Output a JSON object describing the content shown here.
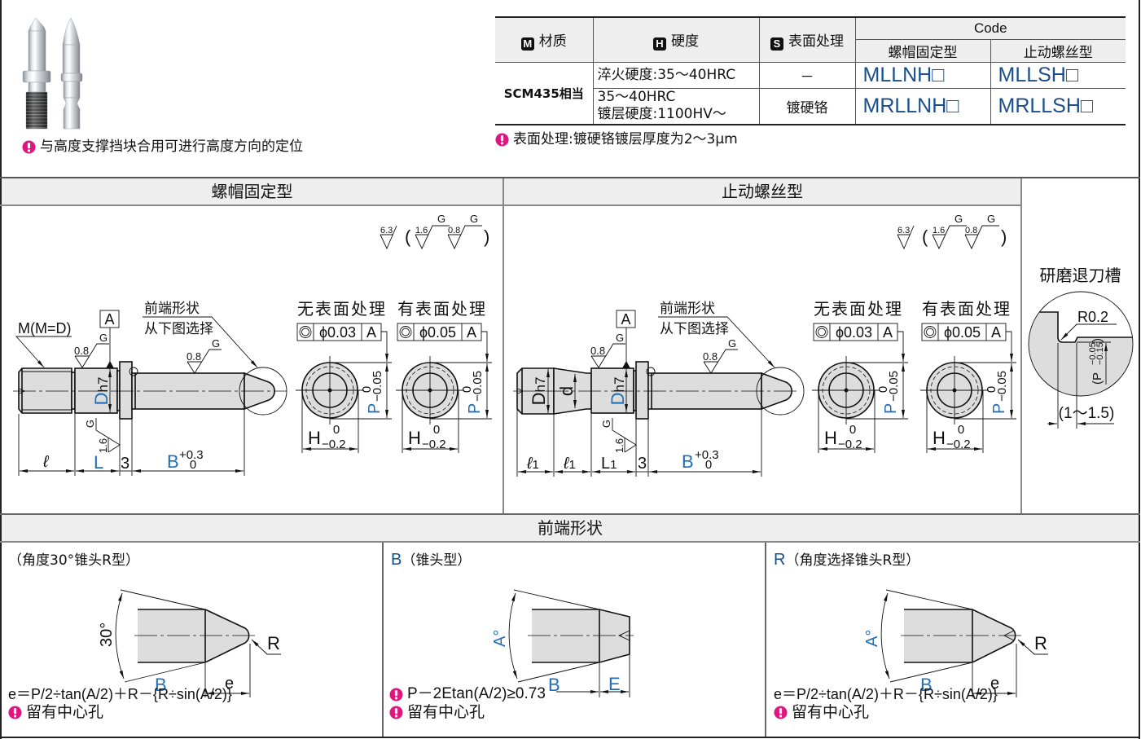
{
  "colors": {
    "dimension_blue": "#1f6fb8",
    "code_blue": "#1b4f8c",
    "note_magenta": "#e0157f",
    "header_bg": "#eeeeee",
    "part_fill": "#dddddd"
  },
  "product": {
    "photo": "product-photo-two-locating-pins",
    "note_icon": "exclamation-balloon-icon",
    "note": "与高度支撑挡块合用可进行高度方向的定位"
  },
  "spec_table": {
    "headers": {
      "material": {
        "badge": "M",
        "label": "材质"
      },
      "hardness": {
        "badge": "H",
        "label": "硬度"
      },
      "surface": {
        "badge": "S",
        "label": "表面处理"
      },
      "code": "Code",
      "code_types": [
        "螺帽固定型",
        "止动螺丝型"
      ]
    },
    "material": "SCM435相当",
    "rows": [
      {
        "hardness": [
          "淬火硬度:35～40HRC"
        ],
        "surface": "－",
        "codes": [
          "MLLNH□",
          "MLLSH□"
        ]
      },
      {
        "hardness": [
          "35～40HRC",
          "镀层硬度:1100HV～"
        ],
        "surface": "镀硬铬",
        "codes": [
          "MRLLNH□",
          "MRLLSH□"
        ]
      }
    ],
    "note": "表面处理:镀硬铬镀层厚度为2～3μm"
  },
  "sections": {
    "nut_fixed": "螺帽固定型",
    "set_screw": "止动螺丝型",
    "tip_shapes": "前端形状"
  },
  "roughness_legend": {
    "general": "6.3",
    "open": "(",
    "close": ")",
    "items": [
      {
        "value": "1.6",
        "process": "G"
      },
      {
        "value": "0.8",
        "process": "G"
      }
    ]
  },
  "nut_fixed": {
    "thread_label": "M(M=D)",
    "datum": "A",
    "tip_callout": [
      "前端形状",
      "从下图选择"
    ],
    "roughness": {
      "body": {
        "value": "0.8",
        "process": "G"
      },
      "shaft": {
        "value": "0.8",
        "process": "G"
      },
      "face": {
        "value": "1.6",
        "process": "G"
      }
    },
    "diameter": {
      "symbol": "D",
      "fit": "h7"
    },
    "dims": {
      "thread_length": "ℓ",
      "body_length": "L",
      "collar": "3",
      "shaft": {
        "symbol": "B",
        "upper": "+0.3",
        "lower": "0"
      }
    }
  },
  "set_screw": {
    "datum": "A",
    "tip_callout": [
      "前端形状",
      "从下图选择"
    ],
    "roughness": {
      "body": {
        "value": "0.8",
        "process": "G"
      },
      "shaft": {
        "value": "0.8",
        "process": "G"
      },
      "face": {
        "value": "1.6",
        "process": "G"
      }
    },
    "diameters": {
      "end": {
        "symbol": "D",
        "fit": "h7"
      },
      "neck": "d",
      "body": {
        "symbol": "D",
        "fit": "h7"
      }
    },
    "dims": {
      "end_length": {
        "symbol": "ℓ",
        "index": "1"
      },
      "neck_length": {
        "symbol": "ℓ",
        "index": "1"
      },
      "body_length": {
        "symbol": "L",
        "index": "1"
      },
      "collar": "3",
      "shaft": {
        "symbol": "B",
        "upper": "+0.3",
        "lower": "0"
      }
    }
  },
  "end_views": [
    {
      "title": "无表面处理",
      "tolerance": {
        "symbol": "concentricity-icon",
        "value": "ϕ0.03",
        "datum": "A"
      }
    },
    {
      "title": "有表面处理",
      "tolerance": {
        "symbol": "concentricity-icon",
        "value": "ϕ0.05",
        "datum": "A"
      }
    }
  ],
  "end_view_dims": {
    "p": {
      "symbol": "P",
      "upper": "0",
      "lower": "−0.05"
    },
    "h": {
      "symbol": "H",
      "upper": "0",
      "lower": "−0.2"
    }
  },
  "grinding_relief": {
    "title": "研磨退刀槽",
    "radius": "R0.2",
    "depth": {
      "open": "(",
      "symbol": "P",
      "upper": "−0.05",
      "lower": "−0.15",
      "close": ")"
    },
    "width": "(1～1.5)"
  },
  "tip_shape_panels": [
    {
      "code": "",
      "name": "（角度30°锥头R型）",
      "angle": "30°",
      "radius": "R",
      "dims": {
        "length": "B",
        "tip": "e"
      },
      "formula": "e＝P/2÷tan(A/2)＋R－{R÷sin(A/2)}",
      "notes": [
        "留有中心孔"
      ]
    },
    {
      "code": "B",
      "name": "（锥头型）",
      "angle": "A°",
      "dims": {
        "length": "B",
        "tip": "E"
      },
      "notes": [
        "P－2Etan(A/2)≥0.73",
        "留有中心孔"
      ]
    },
    {
      "code": "R",
      "name": "（角度选择锥头R型）",
      "angle": "A°",
      "radius": "R",
      "dims": {
        "length": "B",
        "tip": "e"
      },
      "formula": "e＝P/2÷tan(A/2)＋R－{R÷sin(A/2)}",
      "notes": [
        "留有中心孔"
      ]
    }
  ]
}
